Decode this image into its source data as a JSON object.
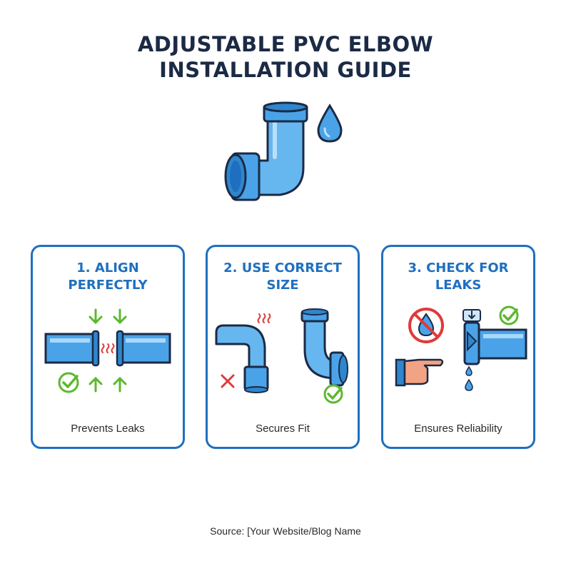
{
  "title": {
    "line1": "ADJUSTABLE PVC ELBOW",
    "line2": "INSTALLATION GUIDE"
  },
  "cards": [
    {
      "title_line1": "1. ALIGN",
      "title_line2": "PERFECTLY",
      "caption": "Prevents Leaks"
    },
    {
      "title_line1": "2. USE CORRECT",
      "title_line2": "SIZE",
      "caption": "Secures Fit"
    },
    {
      "title_line1": "3. CHECK FOR",
      "title_line2": "LEAKS",
      "caption": "Ensures Reliability"
    }
  ],
  "source": "Source: [Your Website/Blog Name",
  "colors": {
    "title": "#1b2a45",
    "accent": "#1f6fc0",
    "pipe": "#4aa3e8",
    "check": "#5cb82e",
    "cross": "#e03a3a"
  },
  "icons": [
    "pvc-elbow-icon",
    "water-drop-icon",
    "check-icon",
    "cross-icon",
    "no-water-icon",
    "pointing-hand-icon",
    "arrow-icon"
  ]
}
